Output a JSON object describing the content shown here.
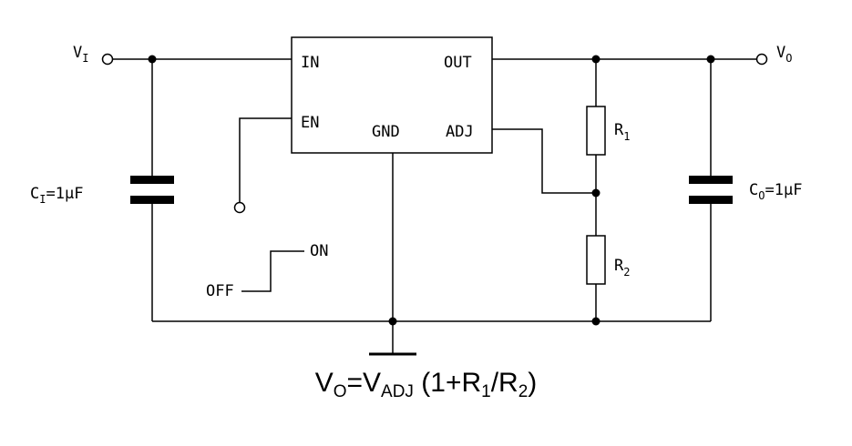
{
  "labels": {
    "vin": "V",
    "vin_sub": "I",
    "vout": "V",
    "vout_sub": "O",
    "ci_a": "C",
    "ci_sub": "I",
    "ci_b": "=1μF",
    "co_a": "C",
    "co_sub": "O",
    "co_b": "=1μF",
    "r1": "R",
    "r1_sub": "1",
    "r2": "R",
    "r2_sub": "2",
    "on": "ON",
    "off": "OFF"
  },
  "chip": {
    "pin_in": "IN",
    "pin_out": "OUT",
    "pin_en": "EN",
    "pin_gnd": "GND",
    "pin_adj": "ADJ"
  },
  "formula": {
    "v": "V",
    "o_sub": "O",
    "eq_v": "=V",
    "adj_sub": "ADJ",
    "open": " (1+R",
    "one_sub": "1",
    "slash": "/R",
    "two_sub": "2",
    "close": ")"
  }
}
